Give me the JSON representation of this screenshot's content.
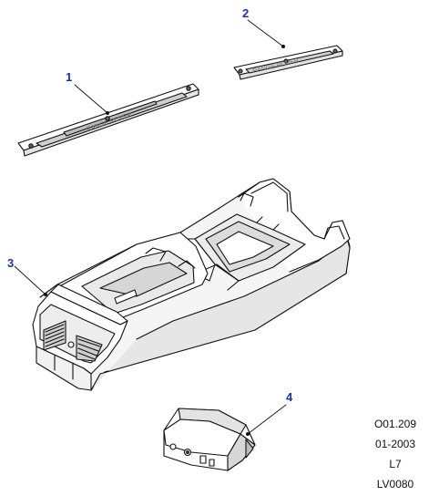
{
  "callouts": [
    "1",
    "2",
    "3",
    "4"
  ],
  "strip_lettering": [
    "RANGE ROVER",
    "RANGE ROVER"
  ],
  "meta": {
    "ref": "O01.209",
    "date": "01-2003",
    "code": "L7",
    "drawing": "LV0080"
  },
  "colors": {
    "callout": "#1f2fa8",
    "line": "#111111",
    "fill": "#ffffff",
    "shade": "#d9d9d9"
  }
}
